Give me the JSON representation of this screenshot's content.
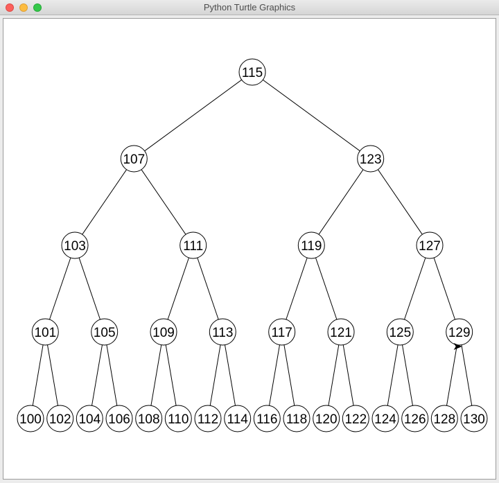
{
  "window": {
    "title": "Python Turtle Graphics"
  },
  "colors": {
    "canvas_background": "#ffffff",
    "stroke": "#000000"
  },
  "tree": {
    "levels": [
      [
        "115"
      ],
      [
        "107",
        "123"
      ],
      [
        "103",
        "111",
        "119",
        "127"
      ],
      [
        "101",
        "105",
        "109",
        "113",
        "117",
        "121",
        "125",
        "129"
      ],
      [
        "100",
        "102",
        "104",
        "106",
        "108",
        "110",
        "112",
        "114",
        "116",
        "118",
        "120",
        "122",
        "124",
        "126",
        "128",
        "130"
      ]
    ]
  },
  "turtle_cursor": {
    "icon": "turtle-arrow-icon",
    "heading": "east"
  }
}
